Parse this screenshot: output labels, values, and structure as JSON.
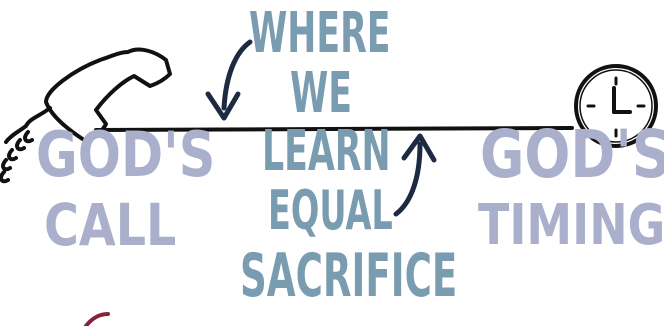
{
  "center_words": [
    "WHERE",
    "WE",
    "LEARN",
    "EQUAL",
    "SACRIFICE"
  ],
  "left_label": {
    "line1": "GOD'S",
    "line2": "CALL"
  },
  "right_label": {
    "line1": "GOD'S",
    "line2": "TIMING"
  },
  "icons": {
    "left": "phone-handset-icon",
    "right": "clock-icon",
    "down_arrow": "curved-arrow-down-icon",
    "up_arrow": "curved-arrow-up-icon"
  },
  "colors": {
    "center_text": "#7a9cb1",
    "side_text": "#aab0cc",
    "ink": "#111111",
    "accent_scribble": "#8a1f3a"
  }
}
